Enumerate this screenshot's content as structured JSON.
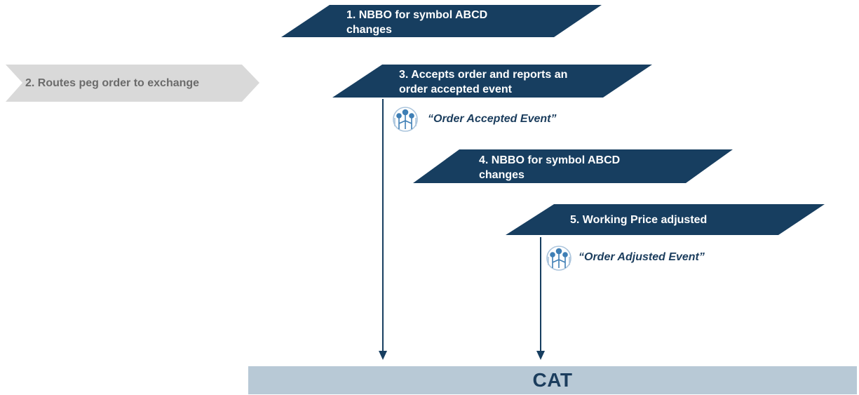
{
  "steps": {
    "step1": "1. NBBO for symbol ABCD\nchanges",
    "step2": "2. Routes peg order to exchange",
    "step3": "3. Accepts order and reports an\norder accepted event",
    "step4": "4. NBBO for symbol ABCD\nchanges",
    "step5": "5. Working Price adjusted"
  },
  "events": {
    "accepted": "“Order Accepted Event”",
    "adjusted": "“Order Adjusted Event”"
  },
  "cat": {
    "label": "CAT"
  },
  "colors": {
    "navy": "#173e60",
    "grey_arrow": "#d9d9d9",
    "cat_bar": "#b8c9d6",
    "icon": "#3f7fb5"
  },
  "icons": [
    "event-tree-icon",
    "event-tree-icon"
  ]
}
